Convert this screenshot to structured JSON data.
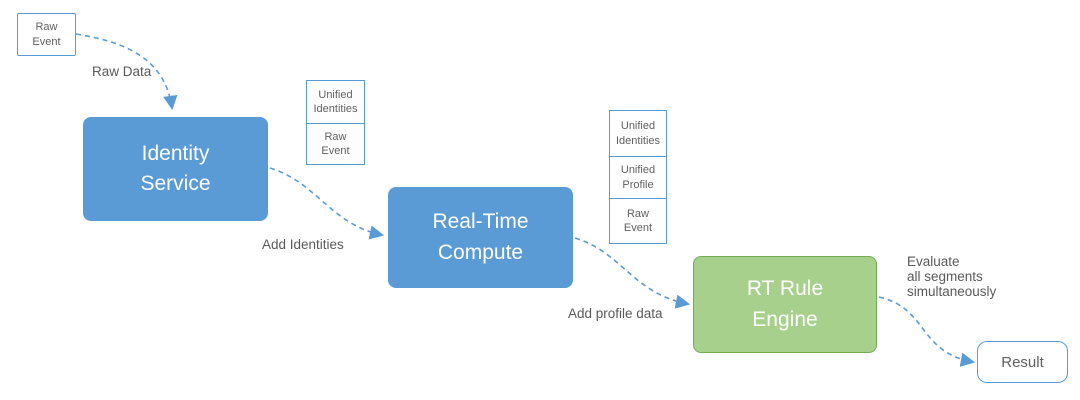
{
  "diagram": {
    "background": "#ffffff",
    "colors": {
      "node_blue": "#5B9BD5",
      "node_green_fill": "#A8D08D",
      "node_green_border": "#74AC56",
      "arrow_blue": "#5B9BD5",
      "label_gray": "#595959",
      "node_text_white": "#ffffff"
    },
    "nodes": {
      "raw_event_source": {
        "label": "Raw\nEvent"
      },
      "identity_service": {
        "label": "Identity\nService"
      },
      "real_time_compute": {
        "label": "Real-Time\nCompute"
      },
      "rt_rule_engine": {
        "label": "RT Rule\nEngine"
      },
      "result": {
        "label": "Result"
      }
    },
    "stacks": [
      {
        "cells": [
          {
            "label": "Unified\nIdentities"
          },
          {
            "label": "Raw\nEvent"
          }
        ]
      },
      {
        "cells": [
          {
            "label": "Unified\nIdentities"
          },
          {
            "label": "Unified\nProfile"
          },
          {
            "label": "Raw\nEvent"
          }
        ]
      }
    ],
    "edge_labels": {
      "raw_data": "Raw Data",
      "add_identities": "Add Identities",
      "add_profile_data": "Add profile data",
      "evaluate": "Evaluate\nall segments\nsimultaneously"
    }
  }
}
